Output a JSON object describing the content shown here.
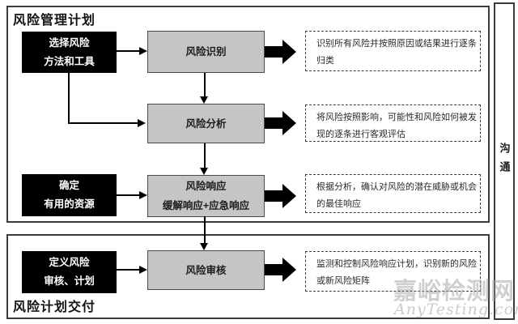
{
  "diagram": {
    "top_panel": {
      "title": "风险管理计划"
    },
    "bottom_panel": {
      "title": "风险计划交付"
    },
    "side_bar": {
      "label": "沟通"
    },
    "rows": [
      {
        "input": "选择风险\n方法和工具",
        "process": "风险识别",
        "note": "识别所有风险并按照原因或结果进行逐条归类"
      },
      {
        "process": "风险分析",
        "note": "将风险按照影响，可能性和风险如何被发现的逐条进行客观评估"
      },
      {
        "input": "确定\n有用的资源",
        "process": "风险响应\n缓解响应+应急响应",
        "note": "根据分析，确认对风险的潜在威胁或机会的最佳响应"
      },
      {
        "input": "定义风险\n审核、计划",
        "process": "风险审核",
        "note": "监测和控制风险响应计划，识别新的风险或新风险矩阵"
      }
    ],
    "watermark": {
      "site_name": "嘉峪检测网",
      "site_url": "AnyTesting.com"
    },
    "colors": {
      "input_box": "#000000",
      "process_box": "#c5c5c5",
      "border": "#3b3b3b",
      "watermark": "#c9c9c9"
    }
  }
}
